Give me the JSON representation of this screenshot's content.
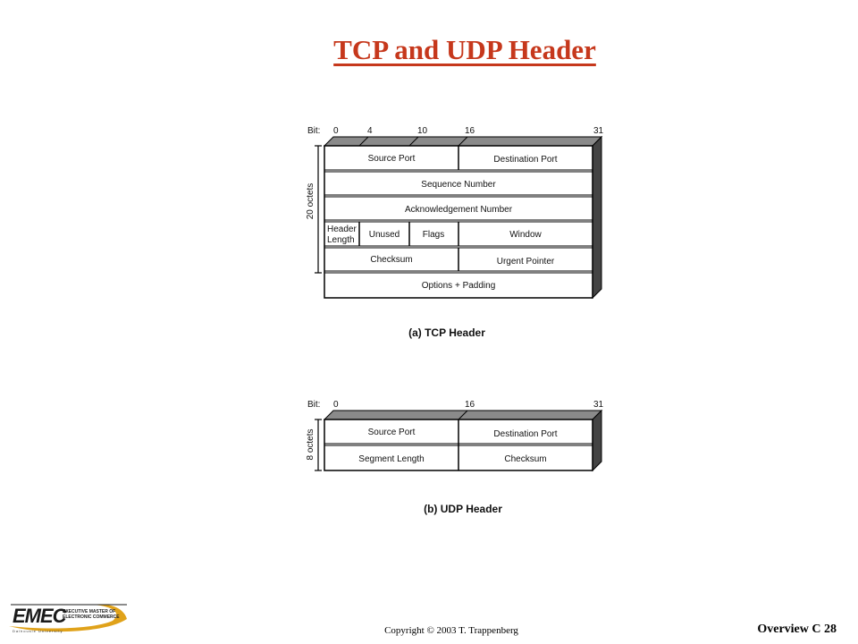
{
  "slide": {
    "title": "TCP and UDP Header",
    "footer_copyright": "Copyright © 2003 T. Trappenberg",
    "footer_page": "Overview C 28",
    "accent_color": "#c6381c"
  },
  "logo": {
    "main_text": "EMEC",
    "sub_line1": "EXECUTIVE MASTER OF",
    "sub_line2": "ELECTRONIC COMMERCE",
    "bottom_text": "Dalhousie University"
  },
  "tcp": {
    "bit_prefix": "Bit:",
    "bits": [
      "0",
      "4",
      "10",
      "16",
      "31"
    ],
    "side_label": "20 octets",
    "fields": {
      "source_port": "Source Port",
      "destination_port": "Destination Port",
      "sequence_number": "Sequence Number",
      "acknowledgement_number": "Acknowledgement Number",
      "header_length_1": "Header",
      "header_length_2": "Length",
      "unused": "Unused",
      "flags": "Flags",
      "window": "Window",
      "checksum": "Checksum",
      "urgent_pointer": "Urgent Pointer",
      "options_padding": "Options + Padding"
    },
    "caption": "(a) TCP Header"
  },
  "udp": {
    "bit_prefix": "Bit:",
    "bits": [
      "0",
      "16",
      "31"
    ],
    "side_label": "8 octets",
    "fields": {
      "source_port": "Source Port",
      "destination_port": "Destination Port",
      "segment_length": "Segment Length",
      "checksum": "Checksum"
    },
    "caption": "(b) UDP Header"
  }
}
